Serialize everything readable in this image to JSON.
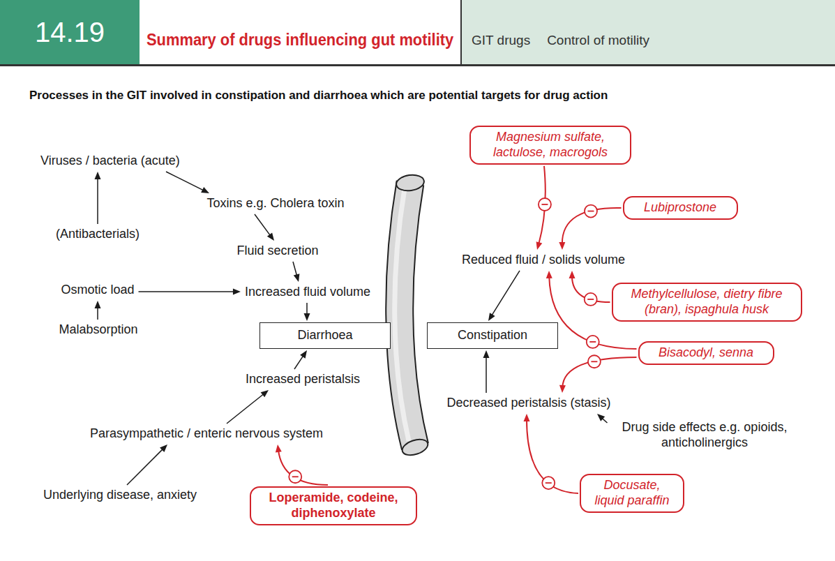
{
  "diagram": {
    "title": "Summary of drugs influencing gut motility",
    "nodes": [
      {
        "text": [
          "Viruses / bacteria (acute)"
        ]
      },
      {
        "text": [
          "Toxins e.g. Cholera toxin"
        ]
      },
      {
        "text": [
          "(Antibacterials)"
        ]
      },
      {
        "text": [
          "Fluid secretion"
        ]
      },
      {
        "text": [
          "Osmotic load"
        ]
      },
      {
        "text": [
          "Increased fluid volume"
        ]
      },
      {
        "text": [
          "Malabsorption"
        ]
      },
      {
        "text": [
          "Diarrhoea"
        ]
      },
      {
        "text": [
          "Increased peristalsis"
        ]
      },
      {
        "text": [
          "Parasympathetic / enteric nervous system"
        ]
      },
      {
        "text": [
          "Underlying disease, anxiety"
        ]
      },
      {
        "text": [
          "Loperamide, codeine, diphenoxylate"
        ]
      },
      {
        "text": [
          "Magnesium sulfate, lactulose, macrogols"
        ]
      },
      {
        "text": [
          "Lubiprostone"
        ]
      },
      {
        "text": [
          "Reduced fluid / solids volume"
        ]
      },
      {
        "text": [
          "Methylcellulose, dietry fibre (bran), ispaghula husk"
        ]
      },
      {
        "text": [
          "Constipation"
        ]
      },
      {
        "text": [
          "Bisacodyl, senna"
        ]
      },
      {
        "text": [
          "Decreased peristalsis (stasis)"
        ]
      },
      {
        "text": [
          "Drug side effects e.g. opioids, anticholinergics"
        ]
      },
      {
        "text": [
          "Docusate, liquid paraffin"
        ]
      }
    ],
    "edges": [
      {
        "from": 2,
        "to": 0,
        "arrow": "to"
      },
      {
        "from": 0,
        "to": 1,
        "arrow": "to"
      },
      {
        "from": 1,
        "to": 3,
        "arrow": "to"
      },
      {
        "from": 3,
        "to": 5,
        "arrow": "to"
      },
      {
        "from": 4,
        "to": 5,
        "arrow": "to"
      },
      {
        "from": 6,
        "to": 4,
        "arrow": "to"
      },
      {
        "from": 5,
        "to": 7,
        "arrow": "to"
      },
      {
        "from": 8,
        "to": 7,
        "arrow": "to"
      },
      {
        "from": 9,
        "to": 8,
        "arrow": "to"
      },
      {
        "from": 10,
        "to": 9,
        "arrow": "to"
      },
      {
        "from": 11,
        "to": 9,
        "arrow": "to"
      },
      {
        "from": 12,
        "to": 14,
        "arrow": "to"
      },
      {
        "from": 13,
        "to": 14,
        "arrow": "to"
      },
      {
        "from": 15,
        "to": 14,
        "arrow": "to"
      },
      {
        "from": 17,
        "to": 14,
        "arrow": "to"
      },
      {
        "from": 17,
        "to": 18,
        "arrow": "to"
      },
      {
        "from": 20,
        "to": 18,
        "arrow": "to"
      },
      {
        "from": 19,
        "to": 18,
        "arrow": "to"
      },
      {
        "from": 14,
        "to": 16,
        "arrow": "to"
      },
      {
        "from": 18,
        "to": 16,
        "arrow": "to"
      }
    ],
    "labels": [
      "14.19",
      "GIT drugs",
      "Control of motility",
      "Processes in the GIT involved in constipation and diarrhoea which are potential targets for drug action"
    ]
  }
}
